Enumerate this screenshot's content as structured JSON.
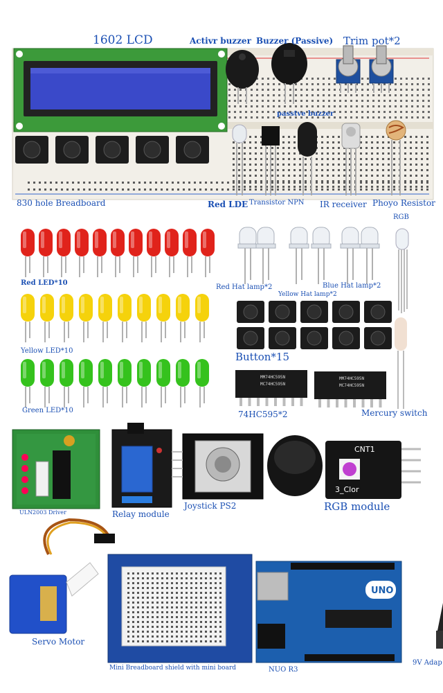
{
  "labels": {
    "lcd": "1602 LCD",
    "active_buzzer": "Activr buzzer",
    "passive_buzzer_top": "Buzzer (Passive)",
    "trim_pot": "Trim pot*2",
    "passive_buzzer_mid": "passtve buzzer",
    "breadboard": "830 hole Breadboard",
    "red_lde": "Red LDE",
    "transistor": "Transistor NPN",
    "ir_receiver": "IR receiver",
    "photo_resistor": "Phoyo Resistor",
    "rgb_led": "RGB",
    "red_led": "Red LED*10",
    "red_hat": "Red Hat lamp*2",
    "yellow_hat": "Yellow Hat lamp*2",
    "blue_hat": "Blue Hat lamp*2",
    "yellow_led": "Yellow LED*10",
    "button": "Button*15",
    "green_led": "Green LED*10",
    "shift_register": "74HC595*2",
    "mercury_switch": "Mercury switch",
    "uln2003": "ULN2003 Driver",
    "relay": "Relay module",
    "joystick": "Joystick PS2",
    "rgb_module": "RGB module",
    "servo": "Servo Motor",
    "mini_shield": "Mini Breadboard shield with mini board",
    "uno": "NUO R3",
    "adapter": "9V Adap",
    "chip_text": "MM74HC595N",
    "chip_text2": "MC74HC595N",
    "rgb_cnt": "CNT1",
    "rgb_clor": "3_Clor",
    "uno_logo": "UNO"
  },
  "colors": {
    "label_blue": "#1a4fb3",
    "led_red": "#e0231b",
    "led_yellow": "#f5d20c",
    "led_green": "#35c21d",
    "pcb_blue": "#1c4aa8",
    "pcb_green": "#2f8f3a",
    "lcd_screen": "#3a49c9"
  }
}
